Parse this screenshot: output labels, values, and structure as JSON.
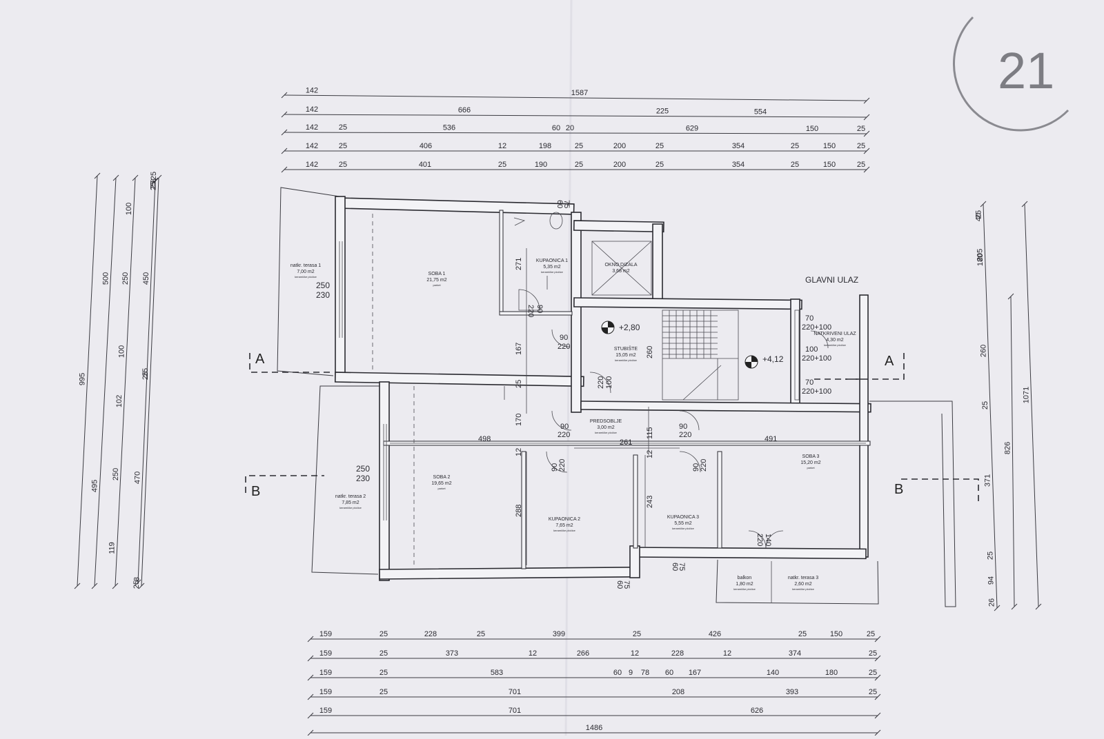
{
  "logo": {
    "text": "21"
  },
  "dims_top": [
    [
      "142",
      "1587"
    ],
    [
      "142",
      "666",
      "225",
      "554"
    ],
    [
      "142",
      "25",
      "536",
      "60",
      "20",
      "629",
      "150",
      "25"
    ],
    [
      "142",
      "25",
      "406",
      "12",
      "198",
      "25",
      "200",
      "25",
      "354",
      "25",
      "150",
      "25"
    ],
    [
      "142",
      "25",
      "401",
      "25",
      "190",
      "25",
      "200",
      "25",
      "354",
      "25",
      "150",
      "25"
    ]
  ],
  "dims_bottom": [
    [
      "159",
      "25",
      "228",
      "25",
      "399",
      "25",
      "426",
      "25",
      "150",
      "25"
    ],
    [
      "159",
      "25",
      "373",
      "12",
      "266",
      "12",
      "228",
      "12",
      "374",
      "25"
    ],
    [
      "159",
      "25",
      "583",
      "60",
      "9",
      "78",
      "60",
      "167",
      "140",
      "180",
      "25"
    ],
    [
      "159",
      "25",
      "701",
      "208",
      "393",
      "25"
    ],
    [
      "159",
      "701",
      "626"
    ],
    [
      "1486"
    ]
  ],
  "dims_left": [
    [
      "995"
    ],
    [
      "500",
      "495"
    ],
    [
      "100",
      "250",
      "100",
      "102",
      "250",
      "119"
    ],
    [
      "450",
      "470"
    ],
    [
      "8",
      "25",
      "25",
      "25",
      "25",
      "8",
      "25",
      "25"
    ]
  ],
  "dims_right": [
    [
      "25",
      "40",
      "180",
      "205",
      "260",
      "25",
      "371",
      "25",
      "94",
      "26"
    ],
    [
      "826"
    ],
    [
      "1071"
    ]
  ],
  "rooms": [
    {
      "name": "natkr. terasa 1",
      "area": "7,00 m2",
      "material": "keramičke pločice"
    },
    {
      "name": "SOBA 1",
      "area": "21,75 m2",
      "material": "parket"
    },
    {
      "name": "KUPAONICA 1",
      "area": "5,35 m2",
      "material": "keramičke pločice"
    },
    {
      "name": "OKNO DIZALA",
      "area": "3,68 m2",
      "material": ""
    },
    {
      "name": "STUBIŠTE",
      "area": "15,05 m2",
      "material": "keramičke pločice"
    },
    {
      "name": "NATKRIVENI ULAZ",
      "area": "4,30 m2",
      "material": "keramičke pločice"
    },
    {
      "name": "natkr. terasa 2",
      "area": "7,85 m2",
      "material": "keramičke pločice"
    },
    {
      "name": "SOBA 2",
      "area": "19,65 m2",
      "material": "parket"
    },
    {
      "name": "PREDSOBLJE",
      "area": "3,00 m2",
      "material": "keramičke pločice"
    },
    {
      "name": "KUPAONICA 2",
      "area": "7,65 m2",
      "material": "keramičke pločice"
    },
    {
      "name": "KUPAONICA 3",
      "area": "5,55 m2",
      "material": "keramičke pločice"
    },
    {
      "name": "SOBA 3",
      "area": "15,20 m2",
      "material": "parket"
    },
    {
      "name": "balkon",
      "area": "1,80 m2",
      "material": "keramičke pločice"
    },
    {
      "name": "natkr. terasa 3",
      "area": "2,60 m2",
      "material": "keramičke pločice"
    }
  ],
  "labels": {
    "main_entrance": "GLAVNI ULAZ",
    "section_a": "A",
    "section_b": "B",
    "level_1": "+2,80",
    "level_2": "+4,12",
    "window_1": "250",
    "window_1_b": "230",
    "window_2": "250",
    "window_2_b": "230"
  },
  "openings": {
    "d1": "90",
    "d1b": "220",
    "d2": "90",
    "d2b": "220",
    "d3": "100",
    "d3b": "220",
    "d4": "90",
    "d4b": "220",
    "d5": "90",
    "d5b": "220",
    "d6": "90",
    "d6b": "220",
    "d7": "90",
    "d7b": "220",
    "d8": "140",
    "d8b": "220",
    "e1": "70",
    "e1b": "220+100",
    "e2": "100",
    "e2b": "220+100",
    "e3": "70",
    "e3b": "220+100",
    "w1": "60",
    "w1b": "75",
    "w2": "60",
    "w2b": "75",
    "w3": "60",
    "w3b": "75"
  },
  "interior_dims": {
    "k1_h": "271",
    "s1_h": "167",
    "s1_h2": "25",
    "stair_h": "260",
    "hall_h": "170",
    "hall_h2": "115",
    "hall_w": "261",
    "s2_w": "498",
    "s3_w": "491",
    "s2_h": "288",
    "k3_h": "243",
    "small_12a": "12",
    "small_12b": "12"
  }
}
